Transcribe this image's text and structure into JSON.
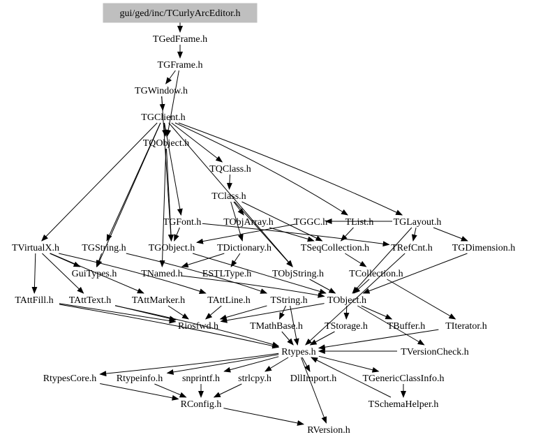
{
  "diagram": {
    "type": "include-dependency-graph",
    "root": "gui/ged/inc/TCurlyArcEditor.h",
    "nodes": [
      {
        "id": "root",
        "label": "gui/ged/inc/TCurlyArcEditor.h",
        "highlighted": true
      },
      {
        "id": "TGedFrame",
        "label": "TGedFrame.h"
      },
      {
        "id": "TGFrame",
        "label": "TGFrame.h"
      },
      {
        "id": "TGWindow",
        "label": "TGWindow.h"
      },
      {
        "id": "TGClient",
        "label": "TGClient.h"
      },
      {
        "id": "TQObject",
        "label": "TQObject.h"
      },
      {
        "id": "TQClass",
        "label": "TQClass.h"
      },
      {
        "id": "TClass",
        "label": "TClass.h"
      },
      {
        "id": "TGFont",
        "label": "TGFont.h"
      },
      {
        "id": "TObjArray",
        "label": "TObjArray.h"
      },
      {
        "id": "TGGC",
        "label": "TGGC.h"
      },
      {
        "id": "TList",
        "label": "TList.h"
      },
      {
        "id": "TGLayout",
        "label": "TGLayout.h"
      },
      {
        "id": "TVirtualX",
        "label": "TVirtualX.h"
      },
      {
        "id": "TGString",
        "label": "TGString.h"
      },
      {
        "id": "TGObject",
        "label": "TGObject.h"
      },
      {
        "id": "TDictionary",
        "label": "TDictionary.h"
      },
      {
        "id": "TSeqCollection",
        "label": "TSeqCollection.h"
      },
      {
        "id": "TRefCnt",
        "label": "TRefCnt.h"
      },
      {
        "id": "TGDimension",
        "label": "TGDimension.h"
      },
      {
        "id": "GuiTypes",
        "label": "GuiTypes.h"
      },
      {
        "id": "TNamed",
        "label": "TNamed.h"
      },
      {
        "id": "ESTLType",
        "label": "ESTLType.h"
      },
      {
        "id": "TObjString",
        "label": "TObjString.h"
      },
      {
        "id": "TCollection",
        "label": "TCollection.h"
      },
      {
        "id": "TAttFill",
        "label": "TAttFill.h"
      },
      {
        "id": "TAttText",
        "label": "TAttText.h"
      },
      {
        "id": "TAttMarker",
        "label": "TAttMarker.h"
      },
      {
        "id": "TAttLine",
        "label": "TAttLine.h"
      },
      {
        "id": "TString",
        "label": "TString.h"
      },
      {
        "id": "TObject",
        "label": "TObject.h"
      },
      {
        "id": "Riosfwd",
        "label": "Riosfwd.h"
      },
      {
        "id": "TMathBase",
        "label": "TMathBase.h"
      },
      {
        "id": "TStorage",
        "label": "TStorage.h"
      },
      {
        "id": "TBuffer",
        "label": "TBuffer.h"
      },
      {
        "id": "TIterator",
        "label": "TIterator.h"
      },
      {
        "id": "Rtypes",
        "label": "Rtypes.h"
      },
      {
        "id": "TVersionCheck",
        "label": "TVersionCheck.h"
      },
      {
        "id": "RtypesCore",
        "label": "RtypesCore.h"
      },
      {
        "id": "Rtypeinfo",
        "label": "Rtypeinfo.h"
      },
      {
        "id": "snprintf",
        "label": "snprintf.h"
      },
      {
        "id": "strlcpy",
        "label": "strlcpy.h"
      },
      {
        "id": "DllImport",
        "label": "DllImport.h"
      },
      {
        "id": "TGenericClassInfo",
        "label": "TGenericClassInfo.h"
      },
      {
        "id": "TSchemaHelper",
        "label": "TSchemaHelper.h"
      },
      {
        "id": "RConfig",
        "label": "RConfig.h"
      },
      {
        "id": "RVersion",
        "label": "RVersion.h"
      }
    ],
    "edges": [
      [
        "root",
        "TGedFrame"
      ],
      [
        "TGedFrame",
        "TGFrame"
      ],
      [
        "TGFrame",
        "TGWindow"
      ],
      [
        "TGFrame",
        "TQObject"
      ],
      [
        "TGWindow",
        "TGClient"
      ],
      [
        "TGWindow",
        "TGObject"
      ],
      [
        "TGClient",
        "TQObject"
      ],
      [
        "TGClient",
        "TQClass"
      ],
      [
        "TGClient",
        "TGFont"
      ],
      [
        "TGClient",
        "TList"
      ],
      [
        "TGClient",
        "TGLayout"
      ],
      [
        "TGClient",
        "TGString"
      ],
      [
        "TGClient",
        "TVirtualX"
      ],
      [
        "TGClient",
        "GuiTypes"
      ],
      [
        "TGClient",
        "TObjString"
      ],
      [
        "TQObject",
        "TGObject"
      ],
      [
        "TQObject",
        "TNamed"
      ],
      [
        "TQClass",
        "TClass"
      ],
      [
        "TClass",
        "TObjArray"
      ],
      [
        "TClass",
        "TDictionary"
      ],
      [
        "TClass",
        "TObjString"
      ],
      [
        "TClass",
        "TSeqCollection"
      ],
      [
        "TGFont",
        "TGObject"
      ],
      [
        "TGFont",
        "TRefCnt"
      ],
      [
        "TObjArray",
        "TSeqCollection"
      ],
      [
        "TGGC",
        "TGObject"
      ],
      [
        "TList",
        "TSeqCollection"
      ],
      [
        "TGLayout",
        "TGGC"
      ],
      [
        "TGLayout",
        "TRefCnt"
      ],
      [
        "TGLayout",
        "TGDimension"
      ],
      [
        "TGLayout",
        "TObject"
      ],
      [
        "TVirtualX",
        "GuiTypes"
      ],
      [
        "TVirtualX",
        "TAttFill"
      ],
      [
        "TVirtualX",
        "TAttText"
      ],
      [
        "TVirtualX",
        "TAttMarker"
      ],
      [
        "TVirtualX",
        "TAttLine"
      ],
      [
        "TGString",
        "GuiTypes"
      ],
      [
        "TGString",
        "TString"
      ],
      [
        "TGObject",
        "TObject"
      ],
      [
        "TDictionary",
        "TNamed"
      ],
      [
        "TDictionary",
        "ESTLType"
      ],
      [
        "TSeqCollection",
        "TCollection"
      ],
      [
        "TRefCnt",
        "Rtypes"
      ],
      [
        "TGDimension",
        "TObject"
      ],
      [
        "TNamed",
        "TObject"
      ],
      [
        "TObjString",
        "TObject"
      ],
      [
        "TCollection",
        "TObject"
      ],
      [
        "TCollection",
        "TIterator"
      ],
      [
        "TAttFill",
        "Riosfwd"
      ],
      [
        "TAttFill",
        "Rtypes"
      ],
      [
        "TAttText",
        "Riosfwd"
      ],
      [
        "TAttText",
        "Rtypes"
      ],
      [
        "TAttMarker",
        "Riosfwd"
      ],
      [
        "TAttLine",
        "Riosfwd"
      ],
      [
        "TString",
        "TMathBase"
      ],
      [
        "TString",
        "Riosfwd"
      ],
      [
        "TString",
        "Rtypes"
      ],
      [
        "TObject",
        "TStorage"
      ],
      [
        "TObject",
        "TBuffer"
      ],
      [
        "TObject",
        "TVersionCheck"
      ],
      [
        "TObject",
        "Riosfwd"
      ],
      [
        "TMathBase",
        "Rtypes"
      ],
      [
        "TStorage",
        "Rtypes"
      ],
      [
        "TIterator",
        "Rtypes"
      ],
      [
        "TVersionCheck",
        "Rtypes"
      ],
      [
        "Rtypes",
        "RtypesCore"
      ],
      [
        "Rtypes",
        "Rtypeinfo"
      ],
      [
        "Rtypes",
        "snprintf"
      ],
      [
        "Rtypes",
        "strlcpy"
      ],
      [
        "Rtypes",
        "DllImport"
      ],
      [
        "Rtypes",
        "TGenericClassInfo"
      ],
      [
        "Rtypes",
        "RVersion"
      ],
      [
        "TGenericClassInfo",
        "TSchemaHelper"
      ],
      [
        "TSchemaHelper",
        "Rtypes"
      ],
      [
        "RtypesCore",
        "RConfig"
      ],
      [
        "Rtypeinfo",
        "RConfig"
      ],
      [
        "snprintf",
        "RConfig"
      ],
      [
        "strlcpy",
        "RConfig"
      ],
      [
        "RConfig",
        "RVersion"
      ]
    ]
  }
}
